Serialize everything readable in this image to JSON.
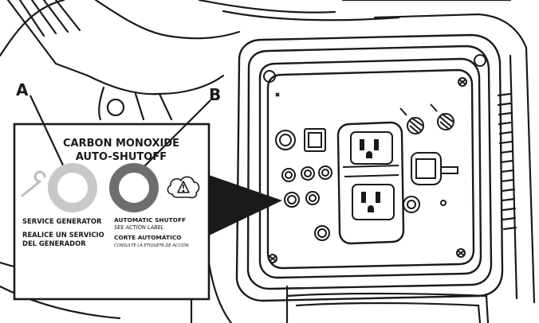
{
  "callouts": {
    "a": "A",
    "b": "B"
  },
  "panel_label": {
    "title_line1": "CARBON MONOXIDE",
    "title_line2": "AUTO-SHUTOFF",
    "service_en": "SERVICE GENERATOR",
    "service_es_line1": "REALICE UN SERVICIO",
    "service_es_line2": "DEL GENERADOR",
    "auto_en": "AUTOMATIC SHUTOFF",
    "auto_en_sub": "SEE ACTION LABEL",
    "auto_es": "CORTE AUTOMÁTICO",
    "auto_es_sub": "CONSULTE LA ETIQUETA DE ACCIÓN"
  },
  "colors": {
    "service_ring": "#c8c8c8",
    "shutoff_ring": "#6e6e6e",
    "line": "#1a1a1a",
    "background": "#ffffff"
  },
  "icons": {
    "wrench": "wrench-icon",
    "warning_cloud": "warning-cloud-icon"
  }
}
